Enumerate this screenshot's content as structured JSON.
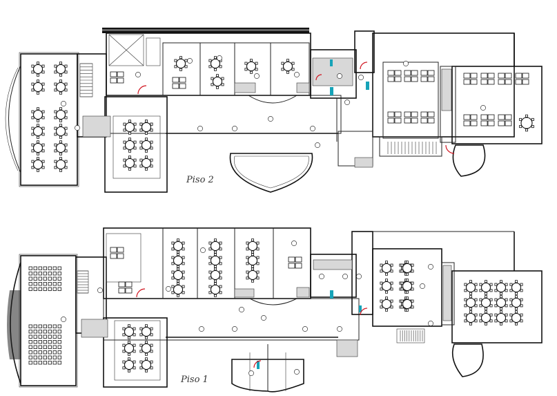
{
  "plans": [
    {
      "id": "floor2",
      "label": "Piso 2"
    },
    {
      "id": "floor1",
      "label": "Piso 1"
    }
  ],
  "colors": {
    "wall": "#111111",
    "door_swing": "#d0131e",
    "door_glass": "#16a3b8"
  },
  "icons": [
    "round-table-icon",
    "chair-icon",
    "desk-icon",
    "stair-icon",
    "door-icon",
    "room-tag-icon"
  ]
}
